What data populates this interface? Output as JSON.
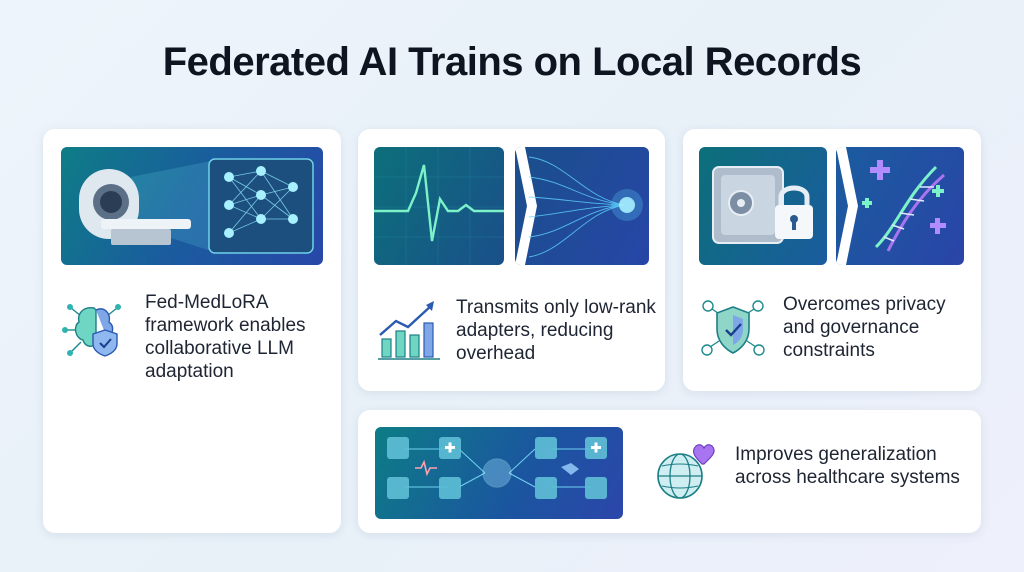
{
  "title": "Federated AI Trains on Local Records",
  "cards": [
    {
      "text": "Fed-MedLoRA framework enables collaborative LLM adaptation",
      "icon": "brain-shield-icon"
    },
    {
      "text": "Transmits only low-rank adapters, reducing overhead",
      "icon": "growth-chart-icon"
    },
    {
      "text": "Overcomes privacy and governance constraints",
      "icon": "privacy-shield-icon"
    },
    {
      "text": "Improves generalization across healthcare systems",
      "icon": "globe-heart-icon"
    }
  ],
  "colors": {
    "teal": "#0e7d86",
    "blue": "#1a5c9e",
    "indigo": "#2847a8",
    "cyan_accent": "#3fe6d0",
    "purple_accent": "#a974f0"
  }
}
